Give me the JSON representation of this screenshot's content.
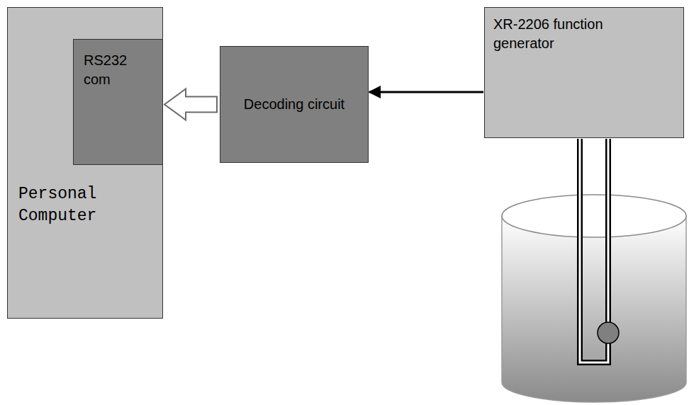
{
  "diagram": {
    "nodes": [
      {
        "text": [
          "Personal Computer"
        ]
      },
      {
        "text": [
          "RS232 com"
        ],
        "in": 0
      },
      {
        "text": [
          "Decoding circuit"
        ]
      },
      {
        "text": [
          "XR-2206 function generator"
        ]
      }
    ],
    "edges": [
      {
        "from": 3,
        "to": 2,
        "arrow": "to"
      },
      {
        "from": 2,
        "to": 1,
        "arrow": "to"
      }
    ]
  }
}
